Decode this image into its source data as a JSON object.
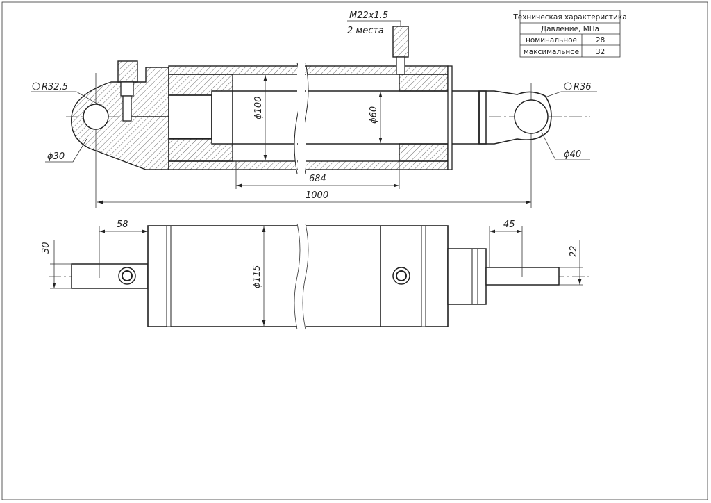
{
  "spec_table": {
    "title": "Техническая характеристика",
    "subtitle": "Давление, МПа",
    "rows": [
      {
        "label": "номинальное",
        "value": "28"
      },
      {
        "label": "максимальное",
        "value": "32"
      }
    ]
  },
  "section_view": {
    "thread_label": "M22x1.5",
    "thread_count": "2 места",
    "left_radius": "R32,5",
    "left_bore": "ϕ30",
    "right_radius": "R36",
    "right_bore": "ϕ40",
    "tube_bore": "ϕ100",
    "rod_diameter": "ϕ60",
    "stroke_dim": "684",
    "overall_dim": "1000"
  },
  "side_view": {
    "left_offset": "58",
    "right_offset": "45",
    "tube_diameter": "ϕ115",
    "left_rod_width": "30",
    "right_rod_width": "22"
  }
}
